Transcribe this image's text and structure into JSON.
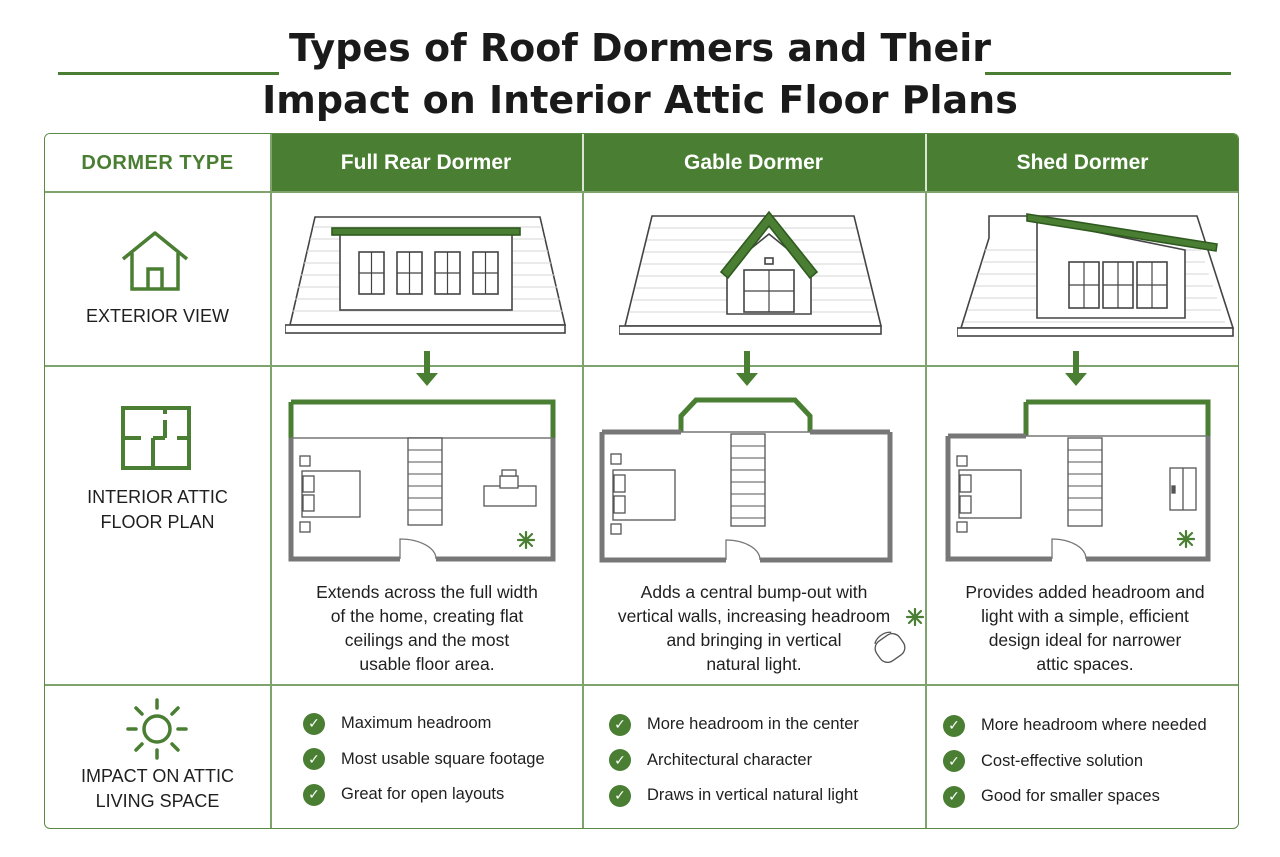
{
  "title": {
    "line1": "Types of Roof Dormers and Their",
    "line2": "Impact on Interior Attic Floor Plans"
  },
  "colors": {
    "accent": "#4a7f33",
    "rule": "#7fa36c",
    "line_art": "#444444"
  },
  "header": {
    "first": "DORMER TYPE",
    "columns": [
      "Full Rear Dormer",
      "Gable Dormer",
      "Shed Dormer"
    ]
  },
  "rows": {
    "exterior": {
      "icon": "house-icon",
      "label": "EXTERIOR VIEW"
    },
    "plan": {
      "icon": "floor-plan-icon",
      "line1": "INTERIOR ATTIC",
      "line2": "FLOOR PLAN"
    },
    "impact": {
      "icon": "sun-icon",
      "line1": "IMPACT ON ATTIC",
      "line2": "LIVING SPACE"
    }
  },
  "dormers": [
    {
      "desc": [
        "Extends across the full width",
        "of the home, creating flat",
        "ceilings and the most",
        "usable floor area."
      ],
      "benefits": [
        "Maximum headroom",
        "Most usable square footage",
        "Great for open layouts"
      ]
    },
    {
      "desc": [
        "Adds a central bump-out with",
        "vertical walls, increasing headroom",
        "and bringing in vertical",
        "natural light."
      ],
      "benefits": [
        "More headroom in the center",
        "Architectural character",
        "Draws in vertical natural light"
      ]
    },
    {
      "desc": [
        "Provides added headroom and",
        "light with a simple, efficient",
        "design ideal for narrower",
        "attic spaces."
      ],
      "benefits": [
        "More headroom where needed",
        "Cost-effective solution",
        "Good for smaller spaces"
      ]
    }
  ]
}
